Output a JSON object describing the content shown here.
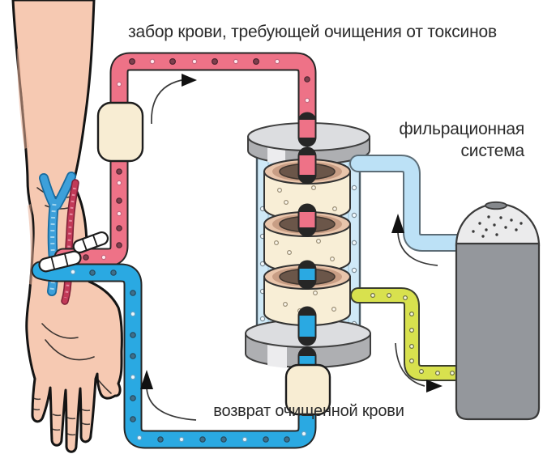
{
  "labels": {
    "top": "забор крови, требующей очищения от токсинов",
    "filtration_line1": "фильрационная",
    "filtration_line2": "система",
    "bottom": "возврат очищенной крови"
  },
  "colors": {
    "text": "#2b2b2b",
    "blood_out": "#ee7287",
    "blood_return": "#2aa9e2",
    "dialysate_clean": "#bce1f6",
    "dialysate_used": "#d8e14e",
    "skin": "#f6c9b2",
    "skin_shade": "#e9b098",
    "vein": "#3da0da",
    "artery": "#c23a58",
    "pump": "#f8edd3",
    "container": "#cfe9f7",
    "cap_face": "#dcdde0",
    "cap_side": "#aeafb2",
    "disc_body": "#f8eed6",
    "disc_ring": "#e9c5ab",
    "disc_mid": "#c89e85",
    "disc_core": "#6b5649",
    "canister_body": "#94979c",
    "canister_dome": "#ebebec",
    "catheter": "#ffffff"
  }
}
